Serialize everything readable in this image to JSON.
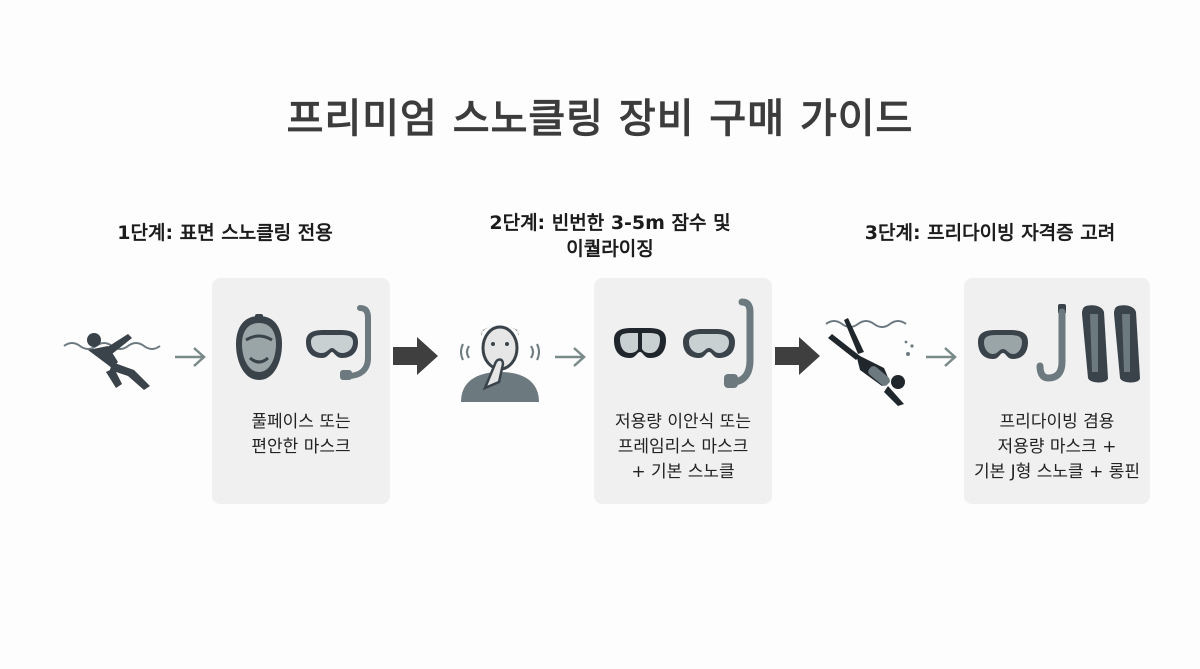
{
  "title": "프리미엄 스노클링 장비 구매 가이드",
  "stages": [
    {
      "title_lines": [
        "1단계: 표면 스노클링 전용"
      ],
      "person_icon": "floating-swimmer-icon",
      "gear_icons": [
        "full-face-mask-icon",
        "mask-with-snorkel-icon"
      ],
      "caption_lines": [
        "풀페이스 또는",
        "편안한 마스크"
      ]
    },
    {
      "title_lines": [
        "2단계: 빈번한 3-5m 잠수 및",
        "이퀄라이징"
      ],
      "person_icon": "equalizing-person-icon",
      "gear_icons": [
        "low-volume-mask-icon",
        "frameless-mask-icon",
        "snorkel-icon"
      ],
      "caption_lines": [
        "저용량 이안식 또는",
        "프레임리스 마스크",
        "+ 기본 스노클"
      ]
    },
    {
      "title_lines": [
        "3단계: 프리다이빙 자격증 고려"
      ],
      "person_icon": "freediver-icon",
      "gear_icons": [
        "freediving-mask-icon",
        "j-snorkel-icon",
        "long-fins-icon"
      ],
      "caption_lines": [
        "프리다이빙 겸용",
        "저용량 마스크 +",
        "기본 J형 스노클 + 롱핀"
      ]
    }
  ],
  "colors": {
    "card_bg": "#f0f0f0",
    "icon_dark": "#3a424a",
    "icon_mid": "#6c7a80",
    "arrow_small": "#7a8a88",
    "arrow_big": "#3f3f3f"
  }
}
